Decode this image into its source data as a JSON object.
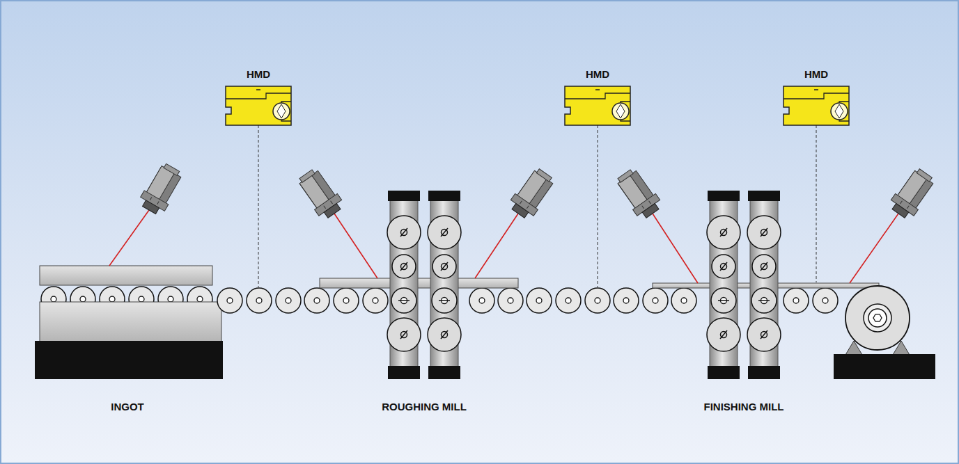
{
  "diagram": {
    "labels": [
      "HMD",
      "HMD",
      "HMD",
      "INGOT",
      "ROUGHING MILL",
      "FINISHING MILL"
    ]
  }
}
